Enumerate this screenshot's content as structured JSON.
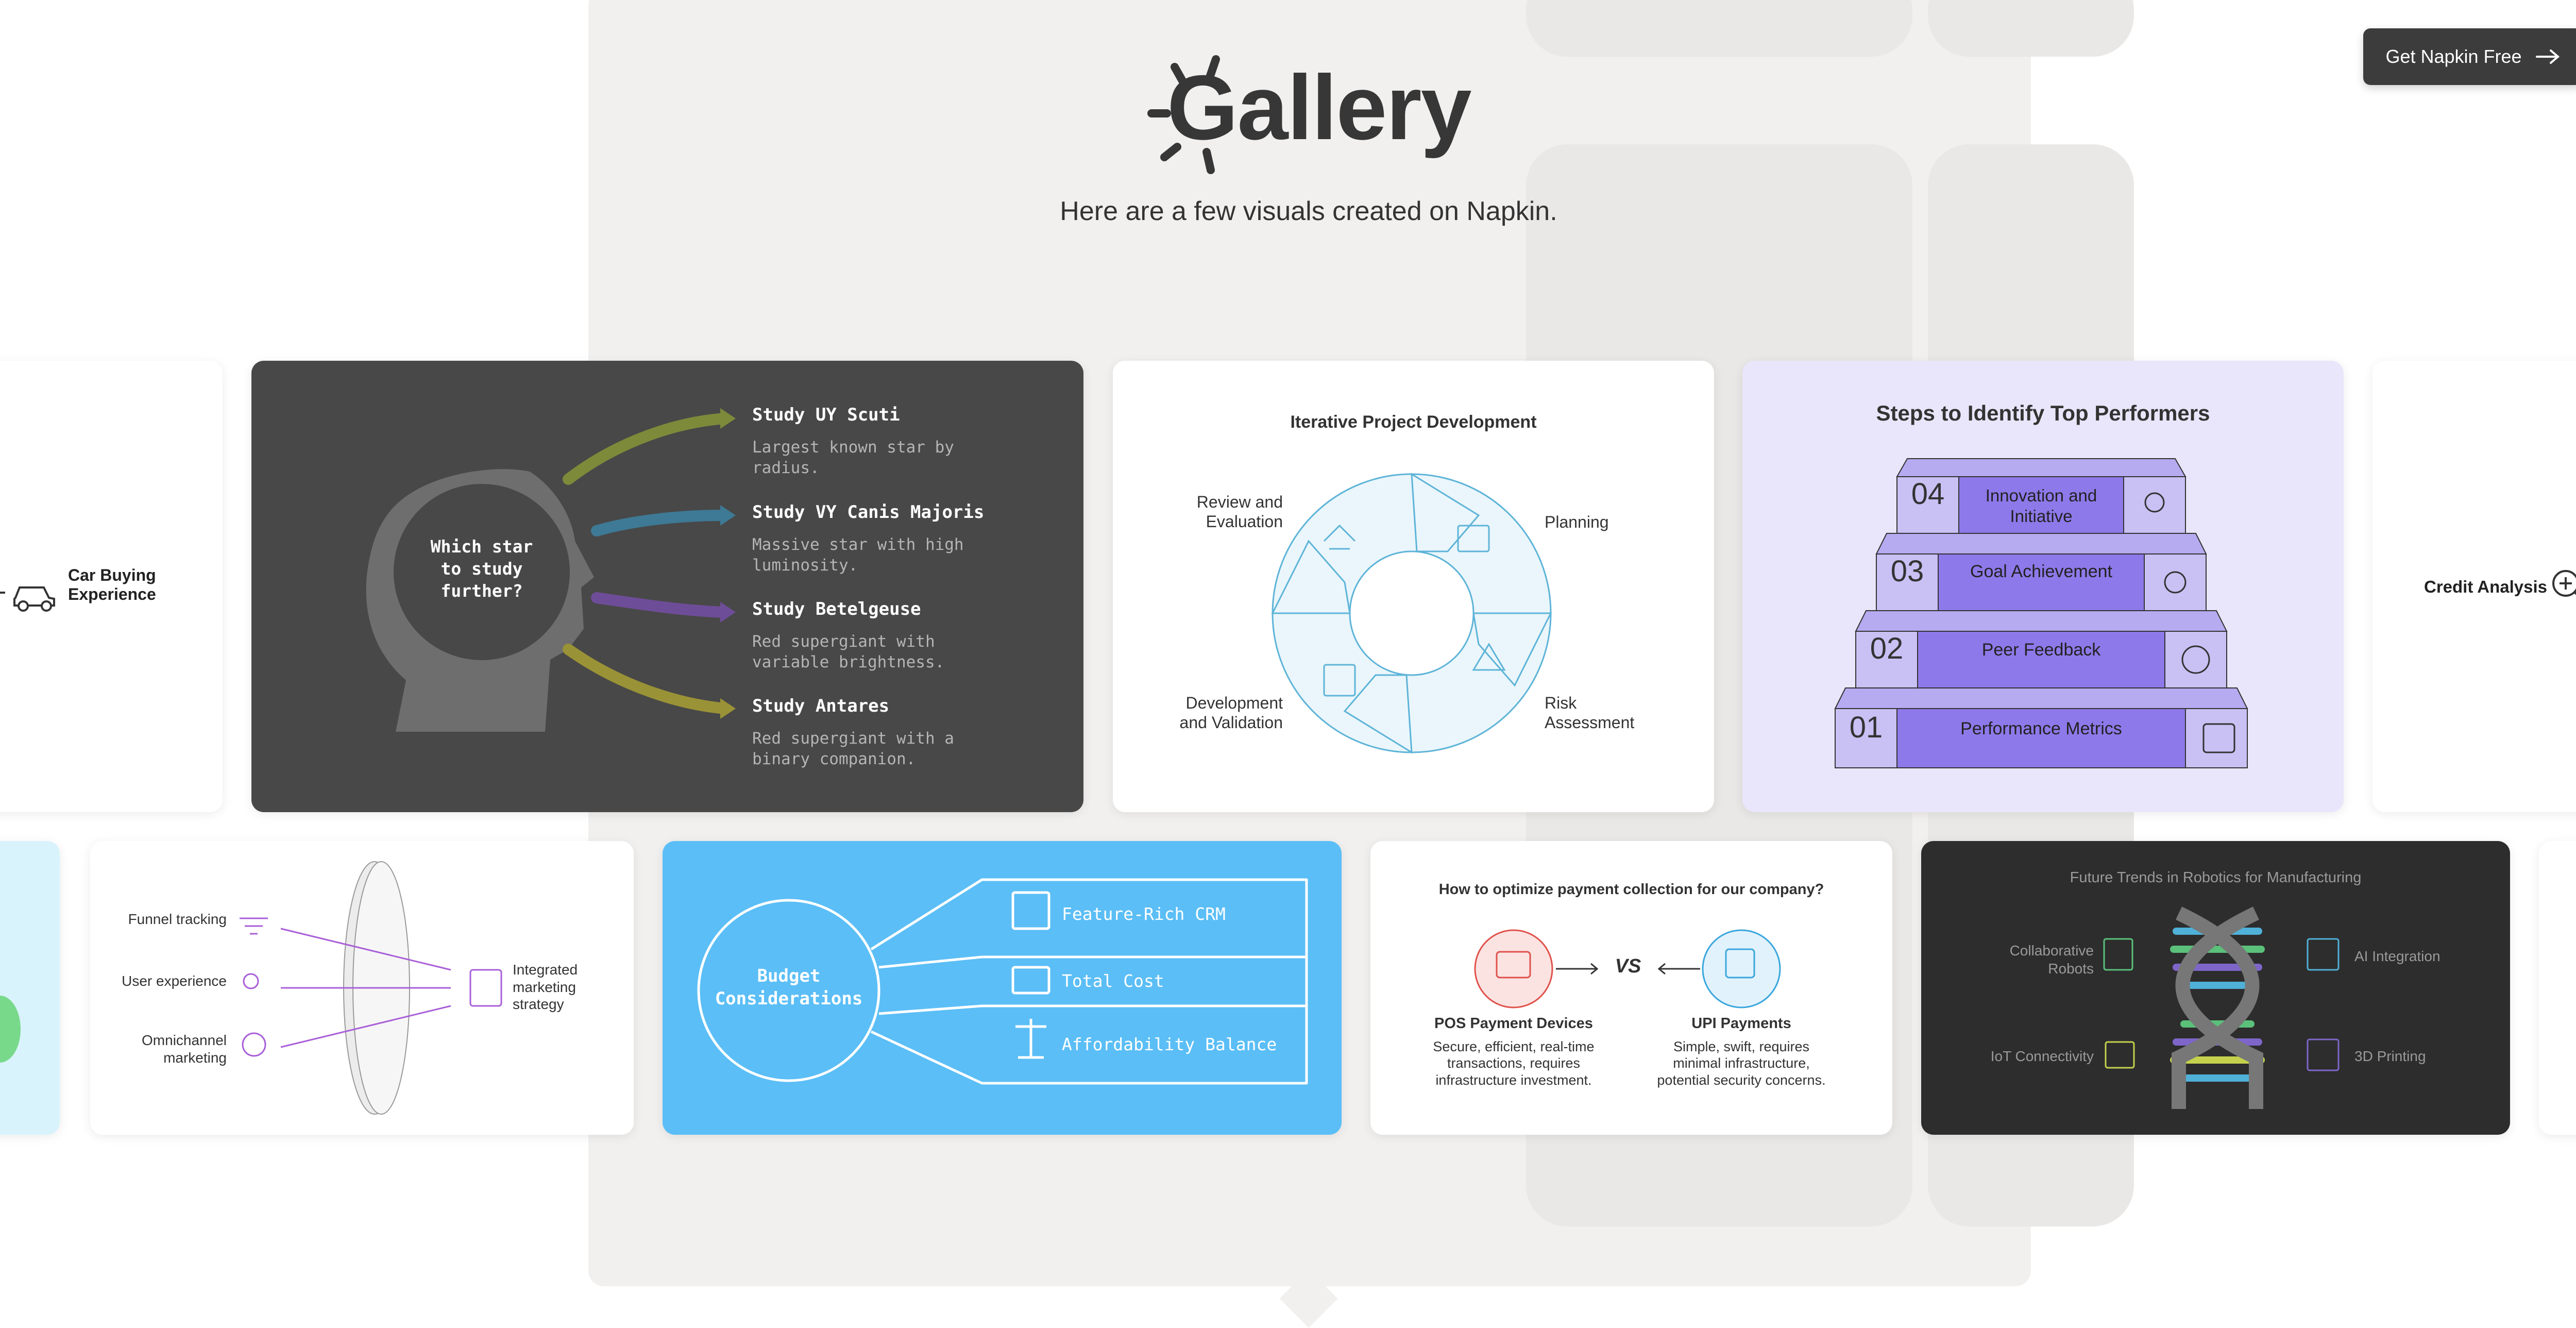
{
  "header": {
    "title": "Gallery",
    "subtitle": "Here are a few visuals created on Napkin.",
    "cta_label": "Get Napkin Free"
  },
  "colors": {
    "panel_bg": "#f1f0ef",
    "cta_bg": "#3c3c3c",
    "dark_card": "#484848",
    "purple_card": "#e9e6fb",
    "blue_card": "#5bbef6"
  },
  "cards": {
    "car": {
      "label": "Car Buying Experience",
      "icon": "car-icon"
    },
    "stars": {
      "center": "Which star to study further?",
      "items": [
        {
          "title": "Study UY Scuti",
          "desc": "Largest known star by radius."
        },
        {
          "title": "Study VY Canis Majoris",
          "desc": "Massive star with high luminosity."
        },
        {
          "title": "Study Betelgeuse",
          "desc": "Red supergiant with variable brightness."
        },
        {
          "title": "Study Antares",
          "desc": "Red supergiant with a binary companion."
        }
      ]
    },
    "iterative": {
      "title": "Iterative Project Development",
      "stages": [
        "Planning",
        "Risk Assessment",
        "Development and Validation",
        "Review and Evaluation"
      ]
    },
    "performers": {
      "title": "Steps to Identify Top Performers",
      "steps": [
        {
          "num": "04",
          "label": "Innovation and Initiative"
        },
        {
          "num": "03",
          "label": "Goal Achievement"
        },
        {
          "num": "02",
          "label": "Peer Feedback"
        },
        {
          "num": "01",
          "label": "Performance Metrics"
        }
      ]
    },
    "credit": {
      "label": "Credit Analysis",
      "icon": "magnifier-icon"
    },
    "marketing": {
      "inputs": [
        "Funnel tracking",
        "User experience",
        "Omnichannel marketing"
      ],
      "output": "Integrated marketing strategy"
    },
    "budget": {
      "center": "Budget Considerations",
      "items": [
        "Feature-Rich CRM",
        "Total Cost",
        "Affordability Balance"
      ]
    },
    "payment": {
      "title": "How to optimize payment collection for our company?",
      "left_title": "POS Payment Devices",
      "left_desc": "Secure, efficient, real-time transactions, requires infrastructure investment.",
      "right_title": "UPI Payments",
      "right_desc": "Simple, swift, requires minimal infrastructure, potential security concerns.",
      "vs": "VS"
    },
    "robotics": {
      "title": "Future Trends in Robotics for Manufacturing",
      "left": [
        "Collaborative Robots",
        "IoT Connectivity"
      ],
      "right": [
        "AI Integration",
        "3D Printing"
      ]
    }
  }
}
